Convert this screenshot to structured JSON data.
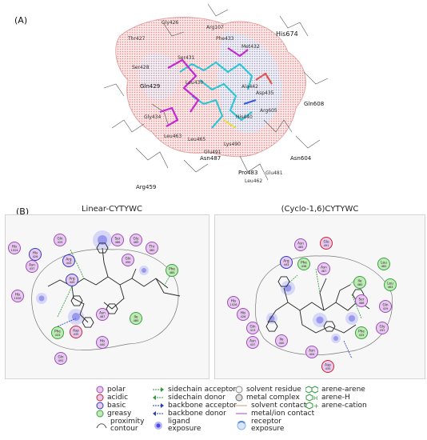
{
  "panels": {
    "a_label": "(A)",
    "b_label": "(B)",
    "b_left_title": "Linear-CYTYWC",
    "b_right_title": "(Cyclo-1,6)CYTYWC"
  },
  "panel_a_residues": [
    {
      "id": "gly426",
      "label": "Gly426"
    },
    {
      "id": "arg107",
      "label": "Arg107"
    },
    {
      "id": "phe433",
      "label": "Phe433"
    },
    {
      "id": "thr427",
      "label": "Thr427"
    },
    {
      "id": "met432",
      "label": "Met432"
    },
    {
      "id": "his674",
      "label": "His674"
    },
    {
      "id": "ser428",
      "label": "Ser428"
    },
    {
      "id": "ser431",
      "label": "Ser431"
    },
    {
      "id": "gln429",
      "label": "Gln429"
    },
    {
      "id": "leu430",
      "label": "Leu430"
    },
    {
      "id": "asp435",
      "label": "Asp435"
    },
    {
      "id": "ala442",
      "label": "Ala442"
    },
    {
      "id": "gln608",
      "label": "Gln608"
    },
    {
      "id": "arg605",
      "label": "Arg605"
    },
    {
      "id": "gly434",
      "label": "Gly434"
    },
    {
      "id": "his440",
      "label": "His440"
    },
    {
      "id": "leu463",
      "label": "Leu463"
    },
    {
      "id": "leu465",
      "label": "Leu465"
    },
    {
      "id": "lys490",
      "label": "Lys490"
    },
    {
      "id": "glu491",
      "label": "Glu491"
    },
    {
      "id": "asn487",
      "label": "Asn487"
    },
    {
      "id": "asn604",
      "label": "Asn604"
    },
    {
      "id": "pro483",
      "label": "Pro483"
    },
    {
      "id": "glu481",
      "label": "Glu481"
    },
    {
      "id": "leu462",
      "label": "Leu462"
    },
    {
      "id": "arg459",
      "label": "Arg459"
    }
  ],
  "left_diagram_residues": [
    {
      "label": "His\n1024",
      "type": "polar"
    },
    {
      "label": "His\n426",
      "type": "basic"
    },
    {
      "label": "Gln\n429",
      "type": "polar"
    },
    {
      "label": "Asn\n437",
      "type": "polar"
    },
    {
      "label": "Arg\n443",
      "type": "basic"
    },
    {
      "label": "Ser\n486",
      "type": "polar"
    },
    {
      "label": "Gly\n485",
      "type": "polar"
    },
    {
      "label": "Gln\n490",
      "type": "polar"
    },
    {
      "label": "Thr\n482",
      "type": "polar"
    },
    {
      "label": "Phe\n485",
      "type": "greasy"
    },
    {
      "label": "His\n1026",
      "type": "polar"
    },
    {
      "label": "Arg\n449",
      "type": "basic"
    },
    {
      "label": "Ile\n480",
      "type": "greasy"
    },
    {
      "label": "Asn\n487",
      "type": "polar"
    },
    {
      "label": "Phe\n433",
      "type": "greasy"
    },
    {
      "label": "Asp\n435",
      "type": "acidic"
    },
    {
      "label": "His\n440",
      "type": "polar"
    },
    {
      "label": "Gln\n492",
      "type": "polar"
    }
  ],
  "right_diagram_residues": [
    {
      "label": "Asn\n485",
      "type": "polar"
    },
    {
      "label": "Glu\n491",
      "type": "acidic"
    },
    {
      "label": "Arg\n443",
      "type": "basic"
    },
    {
      "label": "Phe\n438",
      "type": "greasy"
    },
    {
      "label": "Asn\n487",
      "type": "polar"
    },
    {
      "label": "Leu\n462",
      "type": "greasy"
    },
    {
      "label": "Ile\n480",
      "type": "greasy"
    },
    {
      "label": "Leu\n463",
      "type": "greasy"
    },
    {
      "label": "Ser\n486",
      "type": "polar"
    },
    {
      "label": "His\n1026",
      "type": "polar"
    },
    {
      "label": "His\n426",
      "type": "polar"
    },
    {
      "label": "Gln\n429",
      "type": "polar"
    },
    {
      "label": "Gln\n413",
      "type": "polar"
    },
    {
      "label": "Asn\n437",
      "type": "polar"
    },
    {
      "label": "Ile\n440",
      "type": "polar"
    },
    {
      "label": "Asn\n404",
      "type": "polar"
    },
    {
      "label": "Phe\n433",
      "type": "greasy"
    },
    {
      "label": "Gly\n431",
      "type": "polar"
    },
    {
      "label": "Asp\n435",
      "type": "acidic"
    }
  ],
  "legend": {
    "polar": "polar",
    "acidic": "acidic",
    "basic": "basic",
    "greasy": "greasy",
    "proximity_contour": "proximity\ncontour",
    "sidechain_acceptor": "sidechain acceptor",
    "sidechain_donor": "sidechain donor",
    "backbone_acceptor": "backbone acceptor",
    "backbone_donor": "backbone donor",
    "ligand_exposure": "ligand\nexposure",
    "solvent_residue": "solvent residue",
    "metal_complex": "metal complex",
    "solvent_contact": "solvent contact",
    "metal_ion_contact": "metal/ion contact",
    "receptor_exposure": "receptor\nexposure",
    "arene_arene": "arene-arene",
    "arene_h": "arene-H",
    "arene_cation": "arene-cation"
  },
  "colors": {
    "polar_fill": "#e7c9f0",
    "polar_stroke": "#9d4fb4",
    "acidic_fill": "#e7c9f0",
    "acidic_stroke": "#d0242b",
    "basic_fill": "#e7c9f0",
    "basic_stroke": "#2a40b8",
    "greasy_fill": "#bfe9b6",
    "greasy_stroke": "#3aa340",
    "surface_pink": "#f0a1a1",
    "surface_blue": "#9fb6e3",
    "ligand_cyan": "#2fc7d6",
    "ligand_magenta": "#c52ad3",
    "exposure_blue": "#6f6fe8"
  }
}
